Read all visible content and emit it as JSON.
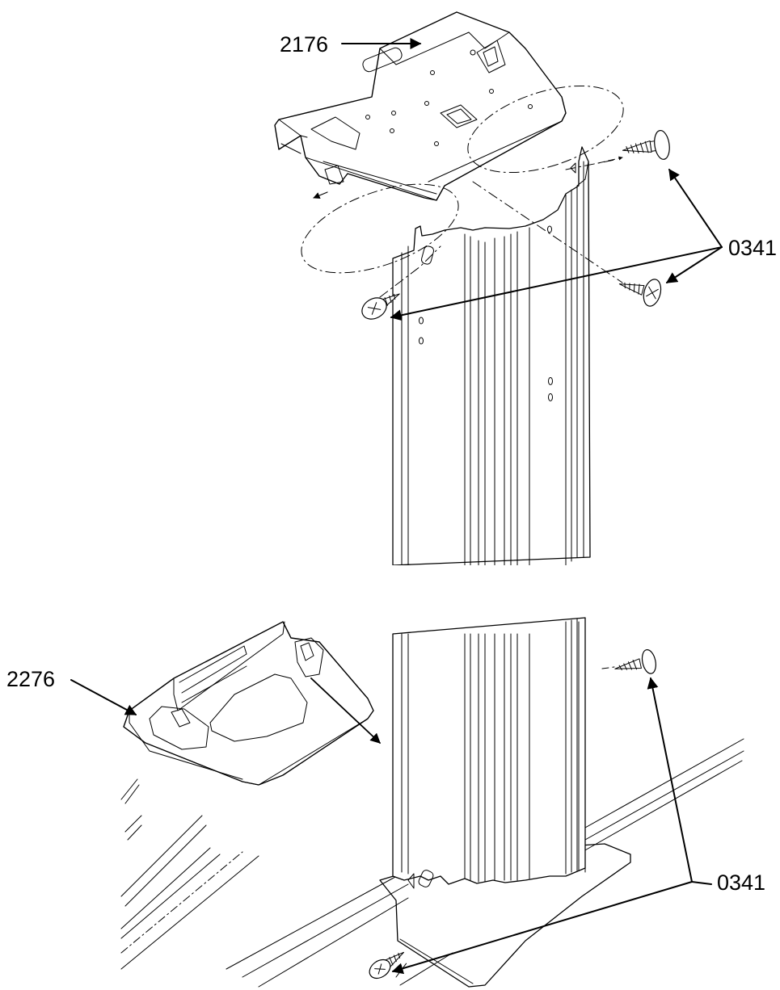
{
  "diagram": {
    "callouts": {
      "top_bracket": "2176",
      "bottom_bracket": "2276",
      "screw_top": "0341",
      "screw_bottom": "0341"
    },
    "colors": {
      "line": "#000000",
      "background": "#ffffff"
    }
  }
}
